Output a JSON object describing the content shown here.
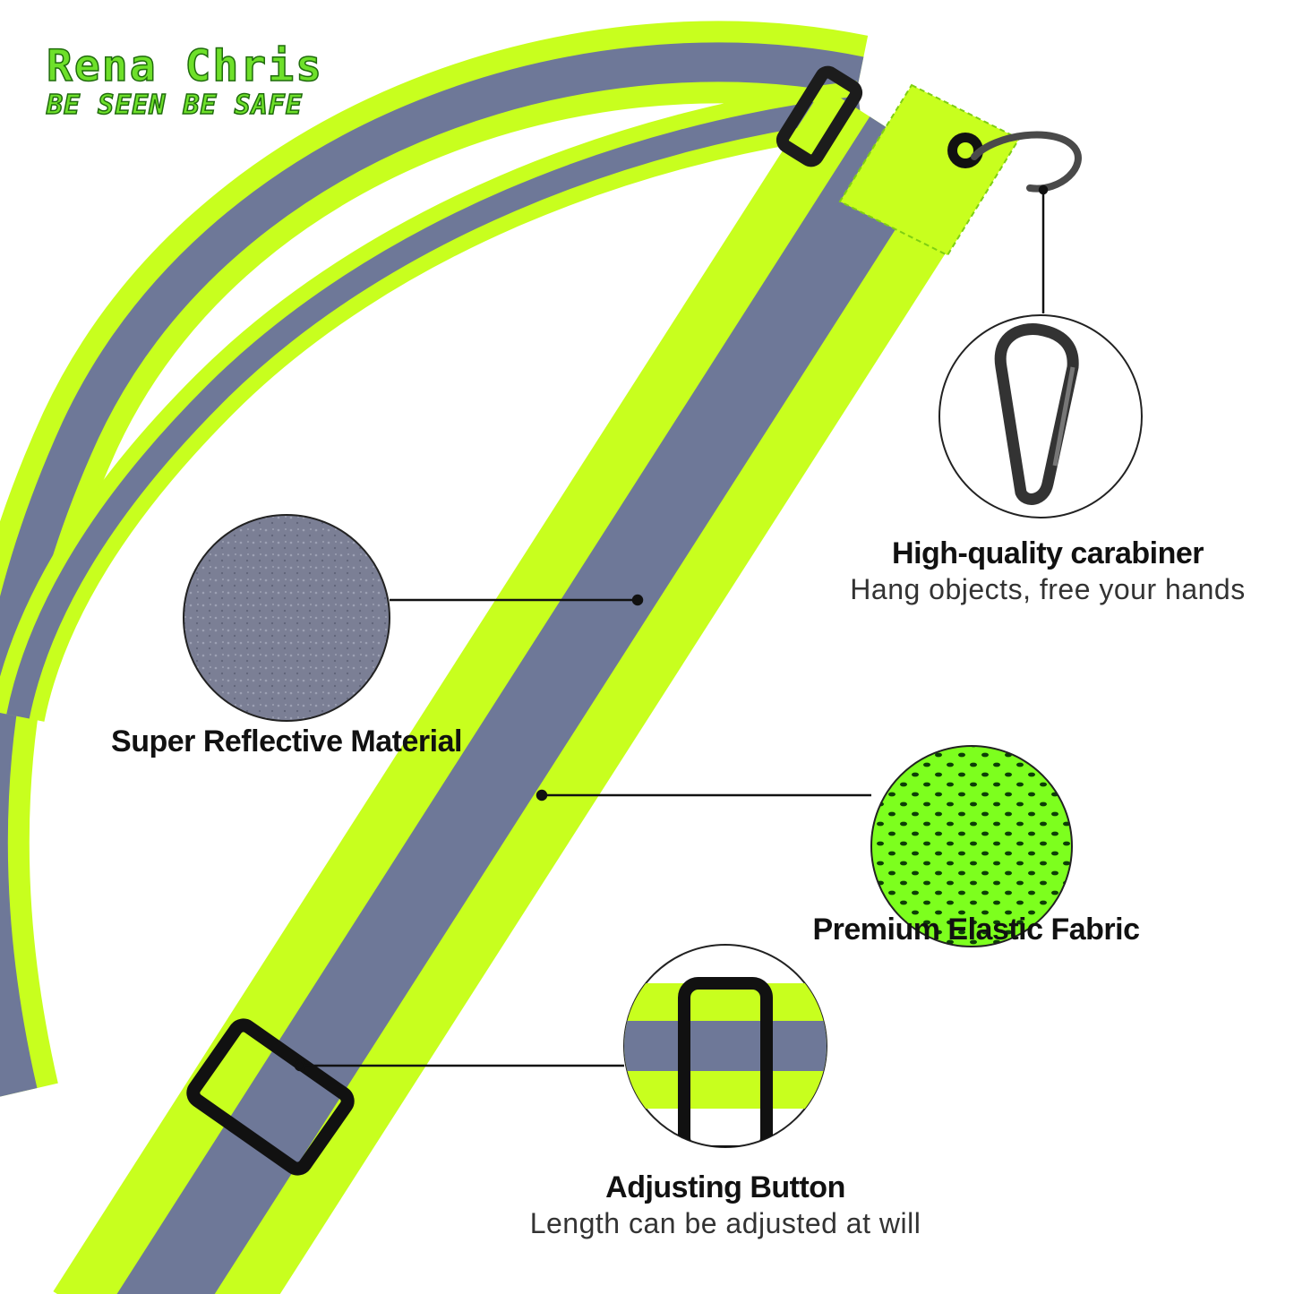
{
  "brand": {
    "name": "Rena Chris",
    "tagline": "BE SEEN BE SAFE"
  },
  "features": {
    "carabiner": {
      "title": "High-quality carabiner",
      "subtitle": "Hang objects, free your hands",
      "icon": "carabiner-icon"
    },
    "reflective": {
      "title": "Super Reflective Material",
      "icon": "reflective-material-swatch"
    },
    "elastic": {
      "title": "Premium Elastic Fabric",
      "icon": "mesh-fabric-swatch"
    },
    "adjuster": {
      "title": "Adjusting Button",
      "subtitle": "Length can be adjusted at will",
      "icon": "buckle-icon"
    }
  },
  "colors": {
    "strap_green": "#c8ff1e",
    "reflective_gray": "#6e7898",
    "brand_green": "#6ee02a",
    "mesh_green": "#7dff1e",
    "hardware": "#1c1c1c"
  }
}
